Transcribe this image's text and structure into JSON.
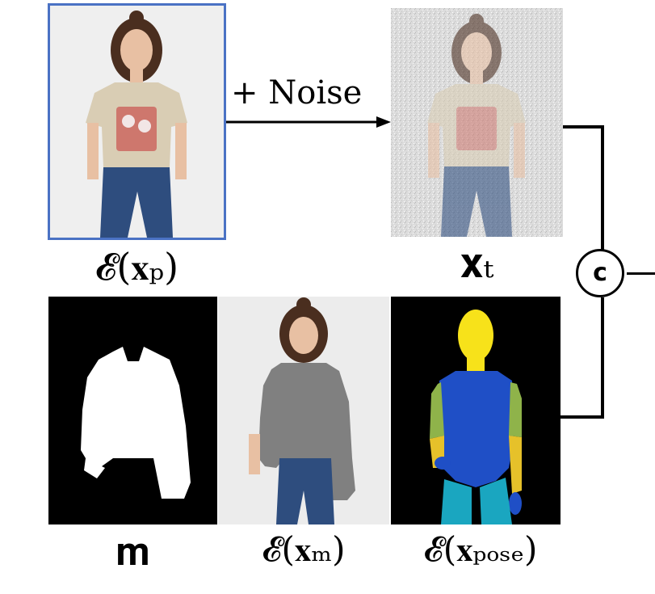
{
  "panels": {
    "person": {
      "label": "𝓔(𝐱ₚ)",
      "border_color": "#4a72c4"
    },
    "noisy": {
      "label": "𝐱ₜ"
    },
    "mask": {
      "label": "𝐦"
    },
    "masked_person": {
      "label": "𝓔(𝐱ₘ)"
    },
    "pose": {
      "label": "𝓔(𝐱ₚₒₛₑ)"
    }
  },
  "arrow": {
    "label": "+ Noise"
  },
  "concat_node": {
    "label": "c"
  },
  "colors": {
    "skin": "#e8c0a3",
    "hair": "#4a2e1f",
    "tshirt": "#d9cdb4",
    "jeans": "#2e4d7e",
    "gray_fill": "#808080",
    "pose_head": "#f7e21a",
    "pose_torso": "#1f4fc6",
    "pose_arm_upper": "#8fb34a",
    "pose_arm_lower": "#e6c12a",
    "pose_legs": "#1aa6c0"
  }
}
